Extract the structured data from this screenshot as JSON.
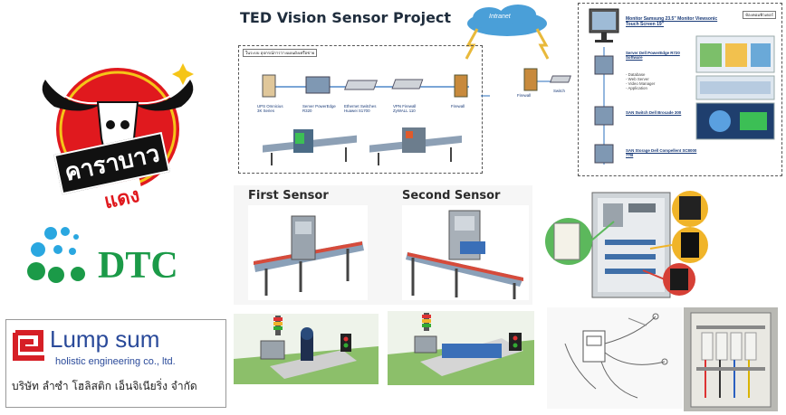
{
  "logos": {
    "kratingdaeng_text": "คาราบาว",
    "kratingdaeng_text2": "แดง",
    "dtc": "DTC",
    "lumpsum_name": "Lump sum",
    "lumpsum_sub": "holistic engineering co., ltd.",
    "lumpsum_thai": "บริษัท ลำซำ โฮลิสติก เอ็นจิเนียริ่ง จำกัด"
  },
  "diagram": {
    "title": "TED Vision Sensor Project",
    "intranet": "Intranet",
    "left_box_caption": "ในระบบ อุปกรณ์การวางแผนผังเครือข่าย",
    "devices": [
      {
        "label": "UPS Omnicius 3K Series"
      },
      {
        "label": "Server PowerEdge R320"
      },
      {
        "label": "Ethernet Switches Huawei S1700"
      },
      {
        "label": "VPN Firewall ZyWALL 110"
      },
      {
        "label": "Firewall"
      }
    ],
    "firewall_right": "Firewall",
    "switch_right": "Switch",
    "right_box_caption": "ห้องคอมพิวเตอร์",
    "monitor_label": "Monitor Samsung 23.5\" Monitor Viewsonic Touch Screen 19\"",
    "server_label": "Server Dell PowerEdge R720 Software",
    "server_details": "- Database\n- Web Server\n- Video Manager\n- Application",
    "san_switch_label": "SAN Switch Dell Brocade 300",
    "san_storage_label": "SAN Storage Dell Compellent SC8000 7TB"
  },
  "sections": {
    "first_sensor": "First Sensor",
    "second_sensor": "Second Sensor"
  },
  "colors": {
    "kd_red": "#e0191e",
    "kd_yellow": "#f5c518",
    "dtc_green": "#1b9a48",
    "dtc_blue": "#2aa7e0",
    "lumpsum_red": "#d61f26",
    "lumpsum_blue": "#2a4a9a"
  }
}
